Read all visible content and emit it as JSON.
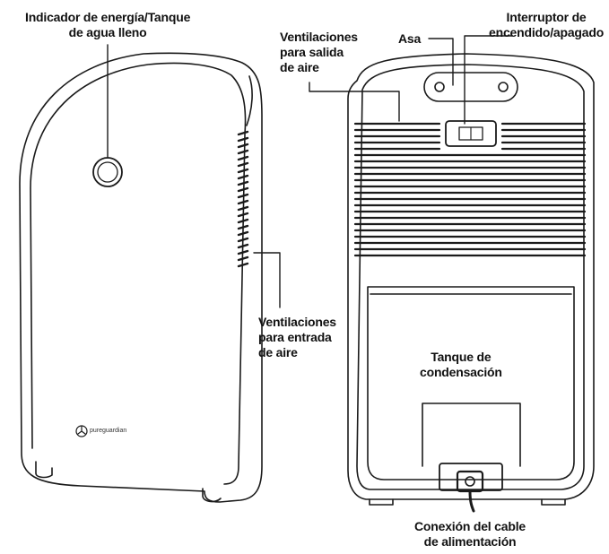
{
  "labels": {
    "power_indicator": [
      "Indicador de energía/Tanque",
      "de agua lleno"
    ],
    "air_outlet": [
      "Ventilaciones",
      "para salida",
      "de aire"
    ],
    "handle": "Asa",
    "power_switch": [
      "Interruptor de",
      "encendido/apagado"
    ],
    "air_inlet": [
      "Ventilaciones",
      "para entrada",
      "de aire"
    ],
    "tank": [
      "Tanque de",
      "condensación"
    ],
    "power_cord": [
      "Conexión del cable",
      "de alimentación"
    ]
  },
  "brand": {
    "name": "pureguardian",
    "logo_icon": "fan-logo-icon"
  },
  "colors": {
    "line": "#1a1a1a",
    "background": "#ffffff"
  }
}
